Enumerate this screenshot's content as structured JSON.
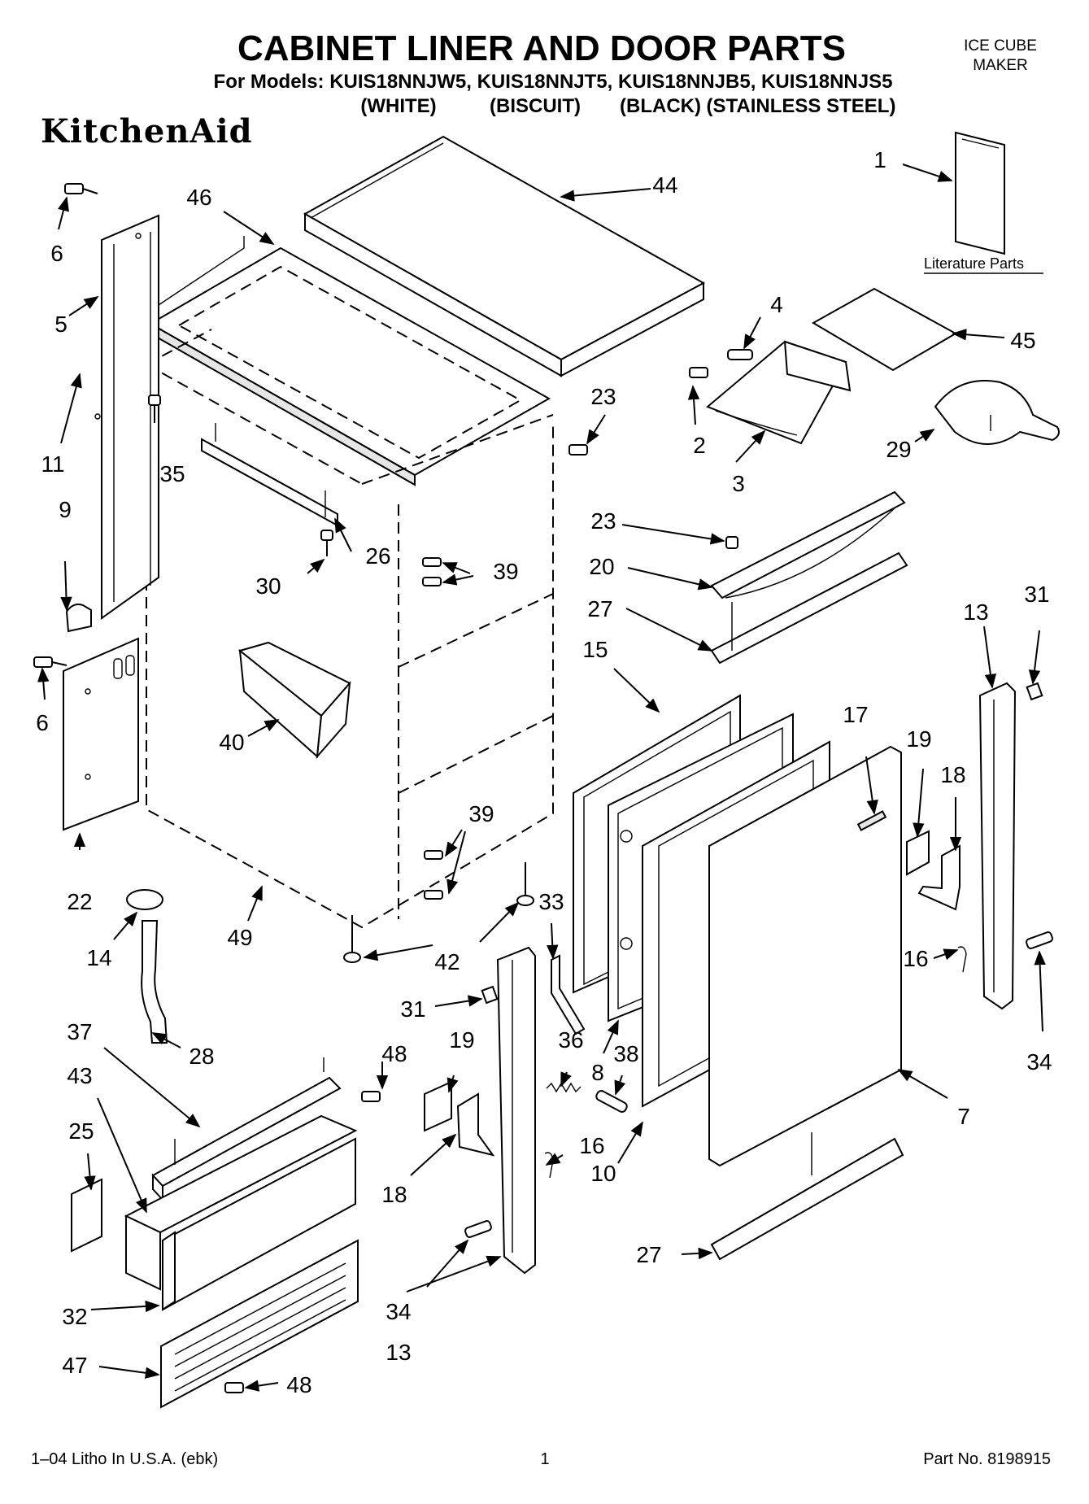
{
  "header": {
    "title": "CABINET LINER AND DOOR PARTS",
    "models_line": "For Models: KUIS18NNJW5, KUIS18NNJT5, KUIS18NNJB5, KUIS18NNJS5",
    "colors": [
      "(WHITE)",
      "(BISCUIT)",
      "(BLACK)",
      "(STAINLESS STEEL)"
    ],
    "product_line1": "ICE CUBE",
    "product_line2": "MAKER",
    "brand": "KitchenAid"
  },
  "literature": {
    "label": "Literature Parts"
  },
  "callouts": {
    "c1": "1",
    "c2": "2",
    "c3": "3",
    "c4": "4",
    "c5": "5",
    "c6a": "6",
    "c6b": "6",
    "c7": "7",
    "c8": "8",
    "c9": "9",
    "c10": "10",
    "c11": "11",
    "c13a": "13",
    "c13b": "13",
    "c14": "14",
    "c15": "15",
    "c16a": "16",
    "c16b": "16",
    "c17": "17",
    "c18a": "18",
    "c18b": "18",
    "c19a": "19",
    "c19b": "19",
    "c20": "20",
    "c22": "22",
    "c23a": "23",
    "c23b": "23",
    "c25": "25",
    "c26": "26",
    "c27a": "27",
    "c27b": "27",
    "c28": "28",
    "c29": "29",
    "c30": "30",
    "c31a": "31",
    "c31b": "31",
    "c32": "32",
    "c33": "33",
    "c34a": "34",
    "c34b": "34",
    "c35": "35",
    "c36": "36",
    "c37": "37",
    "c38": "38",
    "c39a": "39",
    "c39b": "39",
    "c40": "40",
    "c42": "42",
    "c43": "43",
    "c44": "44",
    "c45": "45",
    "c46": "46",
    "c47": "47",
    "c48a": "48",
    "c48b": "48",
    "c49": "49"
  },
  "footer": {
    "left": "1–04 Litho In U.S.A. (ebk)",
    "page": "1",
    "part_no": "Part No. 8198915"
  }
}
